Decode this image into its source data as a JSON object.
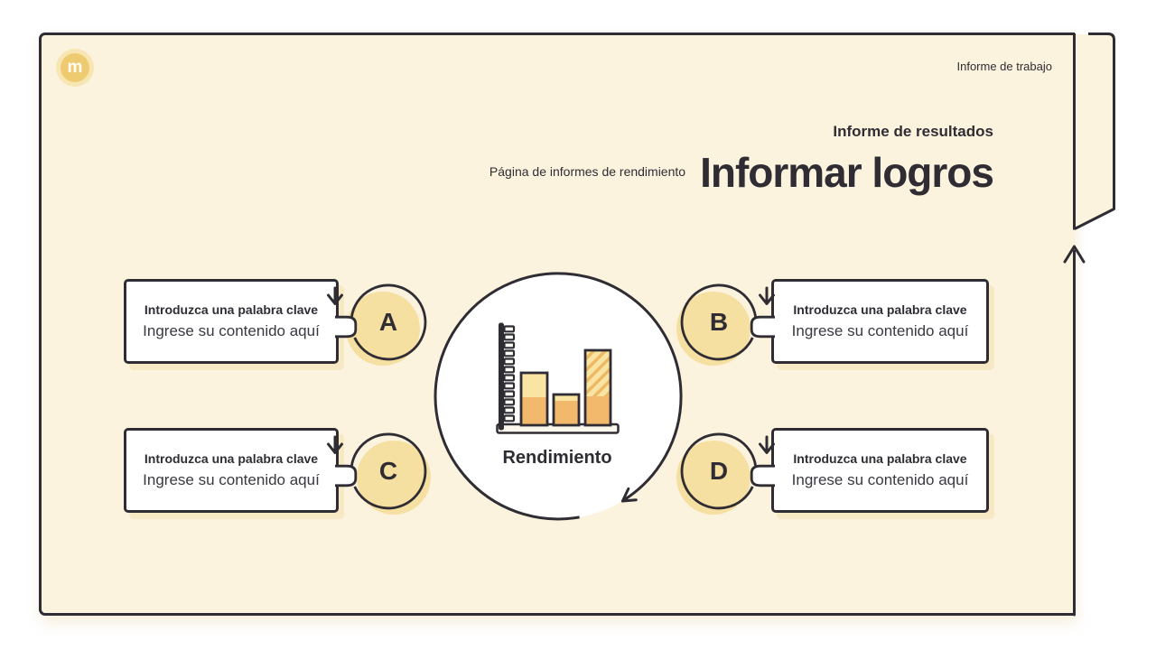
{
  "logo": {
    "letter": "m"
  },
  "header": {
    "work_tag": "Informe de trabajo",
    "report_label": "Informe de resultados",
    "page_label": "Página de informes de rendimiento",
    "title": "Informar logros"
  },
  "center": {
    "label": "Rendimiento"
  },
  "items": [
    {
      "letter": "A",
      "keyword": "Introduzca una palabra clave",
      "content": "Ingrese su contenido aquí"
    },
    {
      "letter": "B",
      "keyword": "Introduzca una palabra clave",
      "content": "Ingrese su contenido aquí"
    },
    {
      "letter": "C",
      "keyword": "Introduzca una palabra clave",
      "content": "Ingrese su contenido aquí"
    },
    {
      "letter": "D",
      "keyword": "Introduzca una palabra clave",
      "content": "Ingrese su contenido aquí"
    }
  ],
  "colors": {
    "ink": "#2f2d33",
    "slide_bg": "#fcf3df",
    "page_bg": "#ffffff",
    "accent_yellow": "#f5dfa1",
    "logo_yellow": "#eecb70",
    "bar_orange": "#f2b96d",
    "bar_light": "#f9e4a4",
    "hatch_orange": "#eeb964"
  }
}
